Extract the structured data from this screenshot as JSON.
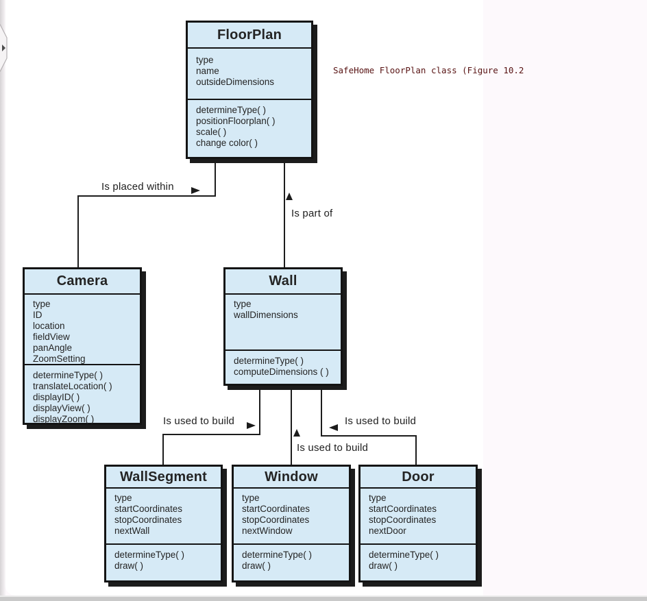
{
  "page": {
    "caption": "SafeHome FloorPlan class (Figure 10.2"
  },
  "colors": {
    "box_fill": "#d6eaf6",
    "box_border": "#141414",
    "box_shadow": "#1c1c1c",
    "connector": "#1c1c1c",
    "caption_text": "#571212",
    "page_bg": "#ffffff",
    "app_bg": "#fdf9fc",
    "bottom_bar": "#c9c9c9"
  },
  "icons": {
    "flyout_tab_arrow": "right-triangle",
    "arrowhead_right": "filled-right-triangle",
    "arrowhead_left": "filled-left-triangle",
    "arrowhead_up": "filled-up-triangle"
  },
  "diagram": {
    "classes": [
      {
        "name": "FloorPlan",
        "attributes": [
          "type",
          "name",
          "outsideDimensions"
        ],
        "methods": [
          "determineType( )",
          "positionFloorplan( )",
          "scale( )",
          "change color( )"
        ]
      },
      {
        "name": "Camera",
        "attributes": [
          "type",
          "ID",
          "location",
          "fieldView",
          "panAngle",
          "ZoomSetting"
        ],
        "methods": [
          "determineType( )",
          "translateLocation( )",
          "displayID( )",
          "displayView( )",
          "displayZoom( )"
        ]
      },
      {
        "name": "Wall",
        "attributes": [
          "type",
          "wallDimensions"
        ],
        "methods": [
          "determineType( )",
          "computeDimensions ( )"
        ]
      },
      {
        "name": "WallSegment",
        "attributes": [
          "type",
          "startCoordinates",
          "stopCoordinates",
          "nextWall"
        ],
        "methods": [
          "determineType( )",
          "draw( )"
        ]
      },
      {
        "name": "Window",
        "attributes": [
          "type",
          "startCoordinates",
          "stopCoordinates",
          "nextWindow"
        ],
        "methods": [
          "determineType( )",
          "draw( )"
        ]
      },
      {
        "name": "Door",
        "attributes": [
          "type",
          "startCoordinates",
          "stopCoordinates",
          "nextDoor"
        ],
        "methods": [
          "determineType( )",
          "draw( )"
        ]
      }
    ],
    "relationships": [
      {
        "label": "Is placed within",
        "arrow": "right",
        "connects": [
          "FloorPlan",
          "Camera"
        ]
      },
      {
        "label": "Is part of",
        "arrow": "up",
        "connects": [
          "Wall",
          "FloorPlan"
        ]
      },
      {
        "label": "Is used to build",
        "arrow": "right",
        "connects": [
          "Wall",
          "WallSegment"
        ]
      },
      {
        "label": "Is used to build",
        "arrow": "up",
        "connects": [
          "Wall",
          "Window"
        ]
      },
      {
        "label": "Is used to build",
        "arrow": "left",
        "connects": [
          "Wall",
          "Door"
        ]
      }
    ]
  }
}
